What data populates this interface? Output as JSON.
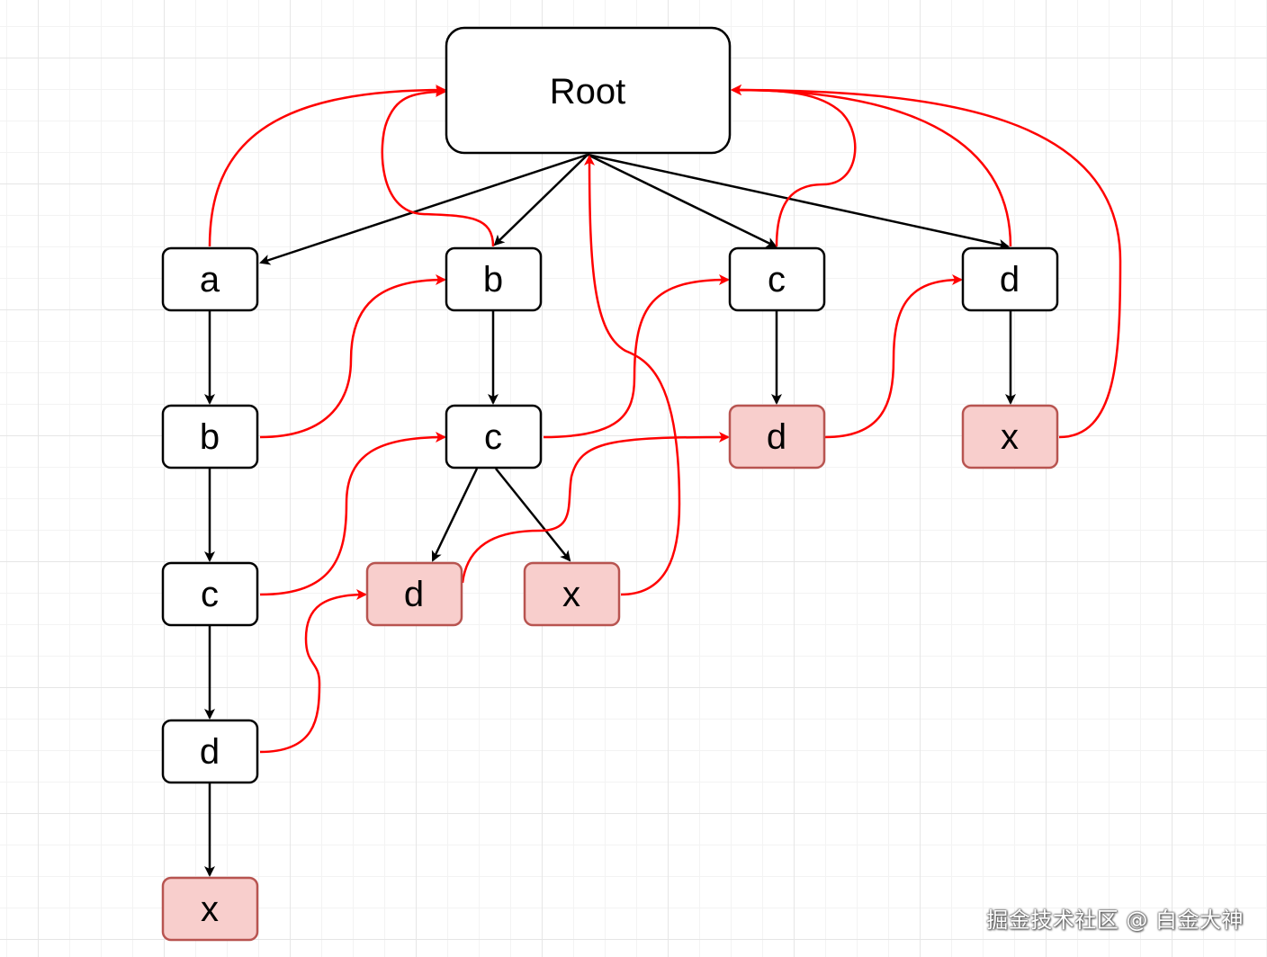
{
  "diagram": {
    "root_label": "Root",
    "nodes": {
      "a": "a",
      "b": "b",
      "c": "c",
      "d": "d",
      "x": "x"
    }
  },
  "colors": {
    "tree_edge": "#000000",
    "link_edge": "#ff0000",
    "node_fill": "#ffffff",
    "node_stroke": "#000000",
    "leaf_fill": "#f8cecc",
    "leaf_stroke": "#b85450"
  },
  "watermark": "掘金技术社区 @ 白金大神"
}
